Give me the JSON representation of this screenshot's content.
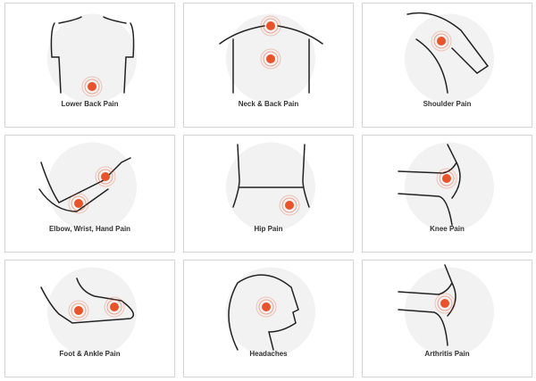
{
  "cards": [
    {
      "label": "Lower Back Pain",
      "icon": "lower-back-icon"
    },
    {
      "label": "Neck & Back Pain",
      "icon": "neck-back-icon"
    },
    {
      "label": "Shoulder Pain",
      "icon": "shoulder-icon"
    },
    {
      "label": "Elbow, Wrist, Hand Pain",
      "icon": "elbow-wrist-hand-icon"
    },
    {
      "label": "Hip Pain",
      "icon": "hip-icon"
    },
    {
      "label": "Knee Pain",
      "icon": "knee-icon"
    },
    {
      "label": "Foot & Ankle Pain",
      "icon": "foot-ankle-icon"
    },
    {
      "label": "Headaches",
      "icon": "head-icon"
    },
    {
      "label": "Arthritis Pain",
      "icon": "arthritis-icon"
    }
  ],
  "colors": {
    "accent": "#e8532a",
    "line": "#222222",
    "bg_circle": "#f2f2f2"
  }
}
